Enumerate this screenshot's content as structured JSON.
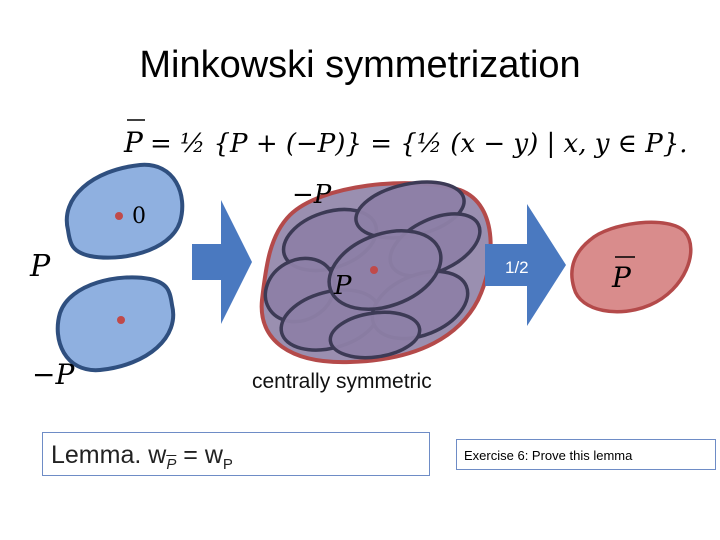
{
  "slide": {
    "title": "Minkowski symmetrization",
    "formula": {
      "lhs": "P",
      "rhs": "= ½ {P + (−P)} = {½ (x − y) | x, y ∈ P}."
    },
    "labels": {
      "origin": "0",
      "p": "P",
      "neg_p": "−P",
      "sum_p": "P",
      "sum_neg_p": "−P",
      "result_p": "P",
      "scale": "1/2"
    },
    "caption": "centrally symmetric",
    "lemma": {
      "prefix": "Lemma.   w",
      "subscript_bar": "P",
      "middle": " = w",
      "subscript": "P"
    },
    "exercise": "Exercise 6: Prove this lemma",
    "colors": {
      "blue_fill": "#8fb0e0",
      "blue_stroke": "#2f4f7f",
      "purple_fill": "#8d80a6",
      "purple_stroke": "#3c3a55",
      "red_fill": "#d98c8c",
      "red_stroke": "#b44a4a",
      "arrow": "#4a79c0",
      "dot": "#c04a4a"
    }
  }
}
